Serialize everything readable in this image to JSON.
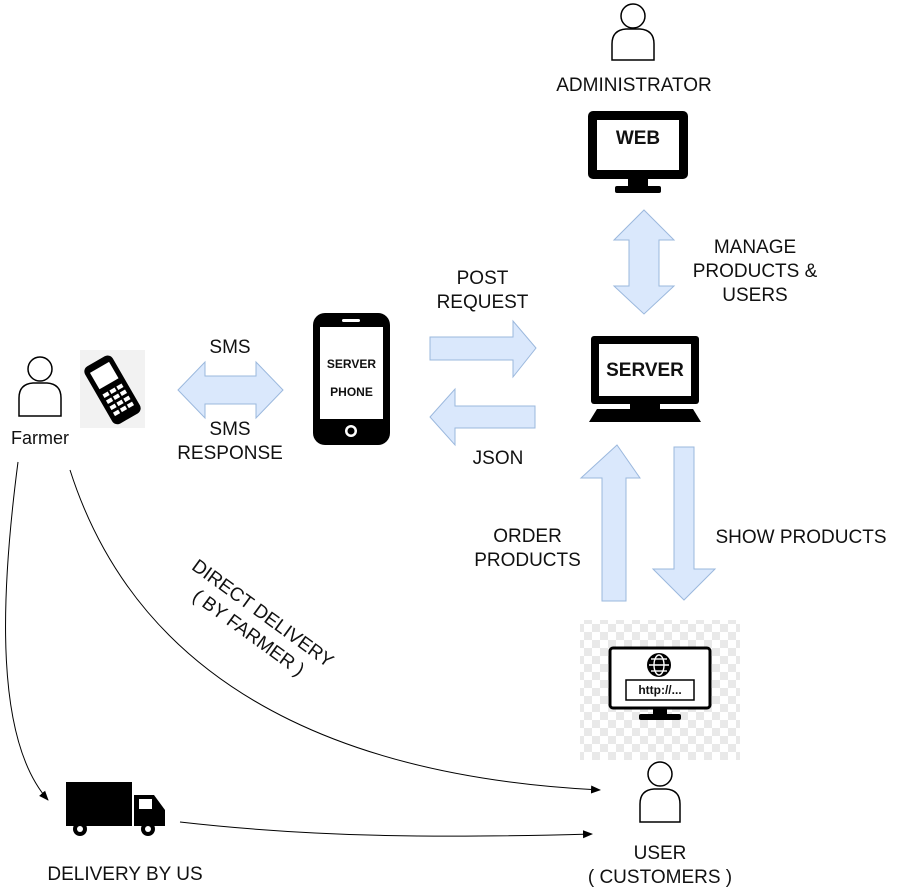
{
  "nodes": {
    "administrator": "ADMINISTRATOR",
    "web": "WEB",
    "server": "SERVER",
    "server_phone_line1": "SERVER",
    "server_phone_line2": "PHONE",
    "farmer": "Farmer",
    "delivery_by_us": "DELIVERY BY US",
    "user_line1": "USER",
    "user_line2": "( CUSTOMERS )",
    "browser_url": "http://..."
  },
  "edges": {
    "manage_line1": "MANAGE",
    "manage_line2": "PRODUCTS &",
    "manage_line3": "USERS",
    "post_line1": "POST",
    "post_line2": "REQUEST",
    "json": "JSON",
    "sms": "SMS",
    "sms_response_line1": "SMS",
    "sms_response_line2": "RESPONSE",
    "order_line1": "ORDER",
    "order_line2": "PRODUCTS",
    "show_products": "SHOW PRODUCTS",
    "direct_line1": "DIRECT DELIVERY",
    "direct_line2": "( BY FARMER )"
  },
  "colors": {
    "arrow_fill": "#dae8fc",
    "arrow_stroke": "#9bb8dd",
    "icon": "#000000"
  }
}
